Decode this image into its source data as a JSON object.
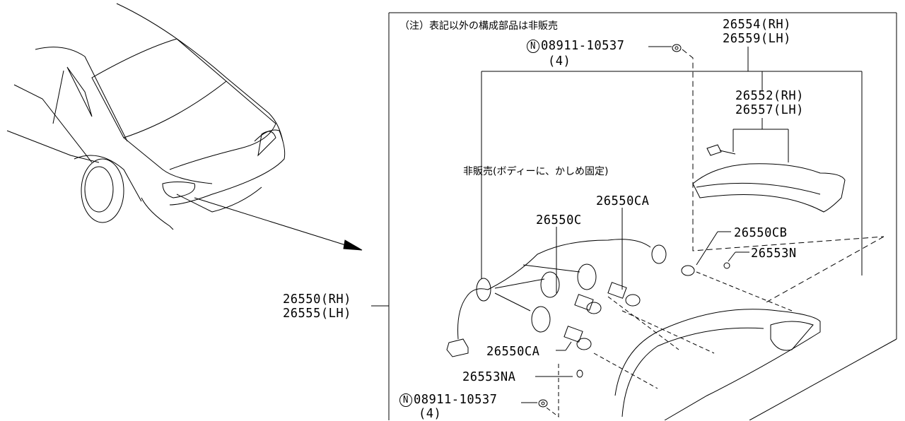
{
  "note": "（注）表記以外の構成部品は非販売",
  "not_sold_note": "非販売(ボディーに、かしめ固定)",
  "parts": {
    "lens_cover_rh": "26554(RH)",
    "lens_cover_lh": "26559(LH)",
    "gasket_rh": "26552(RH)",
    "gasket_lh": "26557(LH)",
    "nut_top_symbol": "N",
    "nut_top": "08911-10537",
    "nut_top_qty": "(4)",
    "socket_ca_top": "26550CA",
    "socket_c": "26550C",
    "bulb_cb": "26550CB",
    "washer_n": "26553N",
    "combo_lamp_rh": "26550(RH)",
    "combo_lamp_lh": "26555(LH)",
    "socket_ca_bottom": "26550CA",
    "washer_na": "26553NA",
    "nut_bottom_symbol": "N",
    "nut_bottom": "08911-10537",
    "nut_bottom_qty": "(4)"
  }
}
